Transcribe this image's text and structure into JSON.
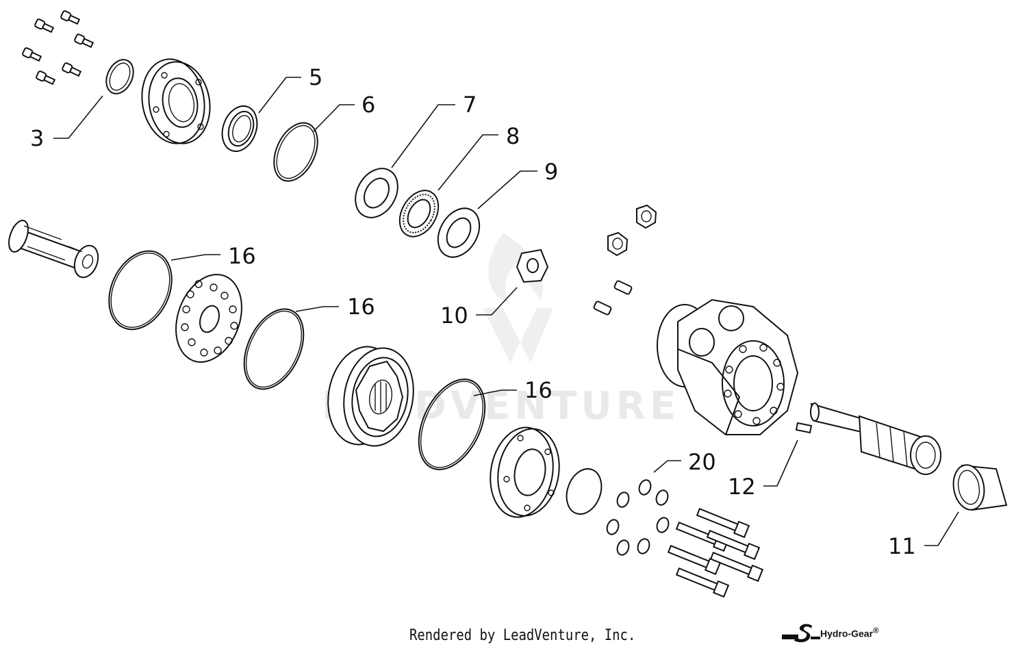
{
  "watermark": {
    "text": "LEADVENTURE"
  },
  "callouts": [
    {
      "id": "c3",
      "label": "3"
    },
    {
      "id": "c5",
      "label": "5"
    },
    {
      "id": "c6",
      "label": "6"
    },
    {
      "id": "c7",
      "label": "7"
    },
    {
      "id": "c8",
      "label": "8"
    },
    {
      "id": "c9",
      "label": "9"
    },
    {
      "id": "c16a",
      "label": "16"
    },
    {
      "id": "c16b",
      "label": "16"
    },
    {
      "id": "c16c",
      "label": "16"
    },
    {
      "id": "c10",
      "label": "10"
    },
    {
      "id": "c20",
      "label": "20"
    },
    {
      "id": "c12",
      "label": "12"
    },
    {
      "id": "c11",
      "label": "11"
    }
  ],
  "footer": {
    "text": "Rendered by LeadVenture, Inc."
  },
  "brand": {
    "name": "Hydro-Gear",
    "mark": "®",
    "icon": "hydro-gear-logo-icon"
  }
}
